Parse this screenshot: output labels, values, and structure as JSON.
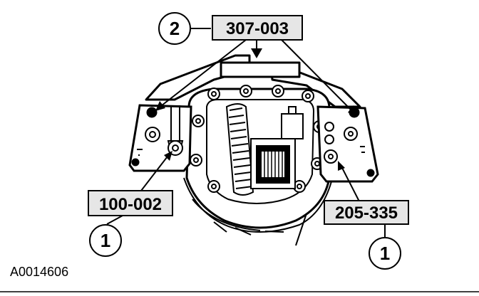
{
  "callouts": {
    "tool_top": "307-003",
    "tool_left": "100-002",
    "tool_right": "205-335",
    "step_top": "2",
    "step_left": "1",
    "step_right": "1"
  },
  "figure_id": "A0014606",
  "colors": {
    "line": "#000000",
    "label_fill": "#e6e6e6",
    "background": "#ffffff"
  }
}
